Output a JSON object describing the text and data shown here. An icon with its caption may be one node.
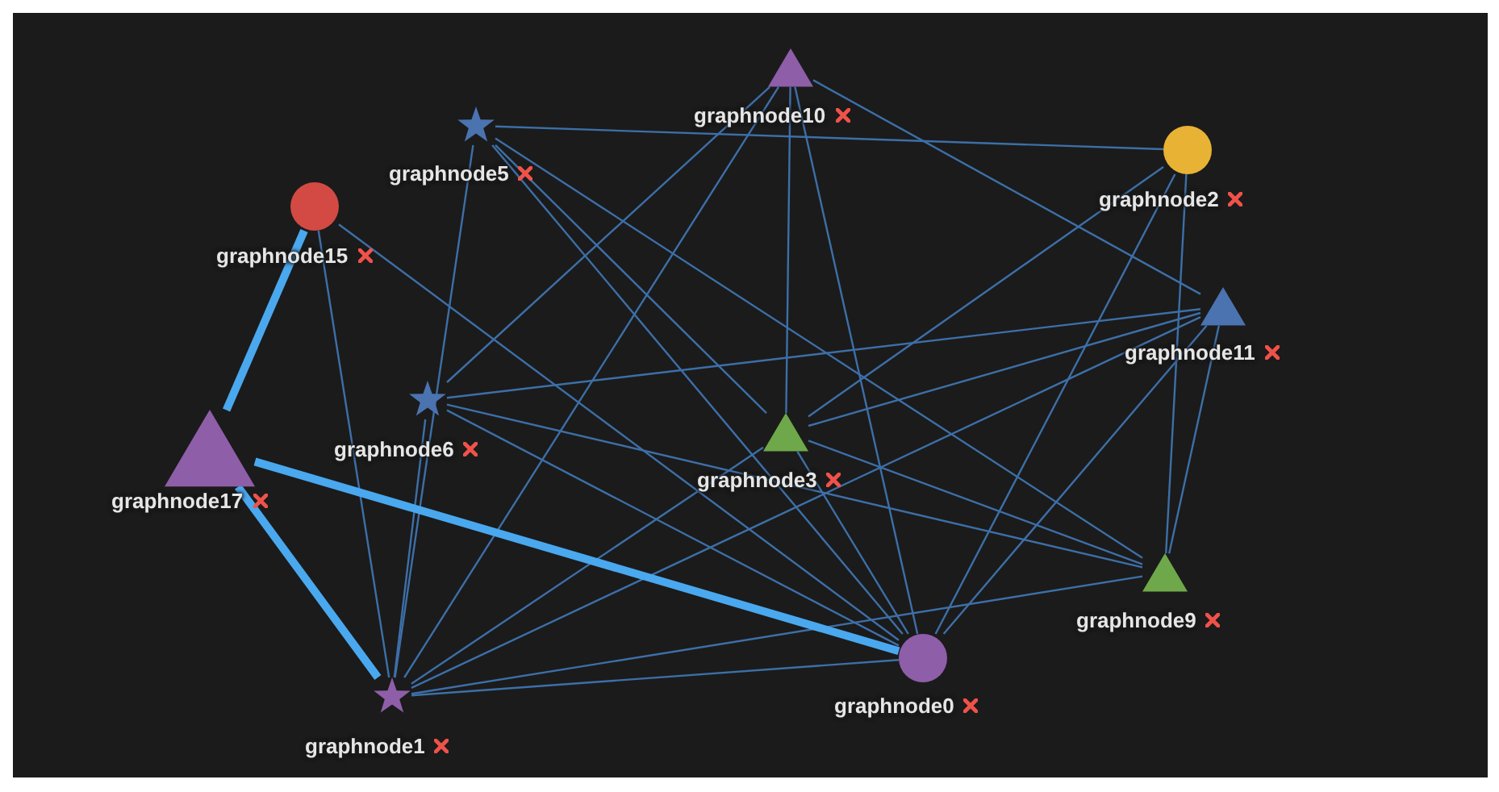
{
  "diagram": {
    "nodes": [
      {
        "text": [],
        "shape": "triangle",
        "beside": [
          "graphnode10"
        ]
      },
      {
        "text": [],
        "shape": "star",
        "beside": [
          "graphnode5"
        ]
      },
      {
        "text": [],
        "shape": "circle",
        "beside": [
          "graphnode2"
        ]
      },
      {
        "text": [],
        "shape": "circle",
        "beside": [
          "graphnode15"
        ]
      },
      {
        "text": [],
        "shape": "triangle",
        "beside": [
          "graphnode11"
        ]
      },
      {
        "text": [],
        "shape": "star",
        "beside": [
          "graphnode6"
        ]
      },
      {
        "text": [],
        "shape": "triangle",
        "beside": [
          "graphnode3"
        ]
      },
      {
        "text": [],
        "shape": "triangle",
        "beside": [
          "graphnode17"
        ]
      },
      {
        "text": [],
        "shape": "triangle",
        "beside": [
          "graphnode9"
        ]
      },
      {
        "text": [],
        "shape": "circle",
        "beside": [
          "graphnode0"
        ]
      },
      {
        "text": [],
        "shape": "star",
        "beside": [
          "graphnode1"
        ]
      }
    ],
    "edges": [
      {
        "from": 1,
        "to": 2,
        "arrow": "none"
      },
      {
        "from": 1,
        "to": 10,
        "arrow": "none"
      },
      {
        "from": 1,
        "to": 6,
        "arrow": "none"
      },
      {
        "from": 1,
        "to": 8,
        "arrow": "none"
      },
      {
        "from": 1,
        "to": 9,
        "arrow": "none"
      },
      {
        "from": 0,
        "to": 5,
        "arrow": "none"
      },
      {
        "from": 0,
        "to": 10,
        "arrow": "none"
      },
      {
        "from": 0,
        "to": 6,
        "arrow": "none"
      },
      {
        "from": 0,
        "to": 9,
        "arrow": "none"
      },
      {
        "from": 0,
        "to": 4,
        "arrow": "none"
      },
      {
        "from": 2,
        "to": 6,
        "arrow": "none"
      },
      {
        "from": 2,
        "to": 9,
        "arrow": "none"
      },
      {
        "from": 2,
        "to": 8,
        "arrow": "none"
      },
      {
        "from": 3,
        "to": 7,
        "arrow": "none",
        "style": "thick",
        "color": "#4aa8ee"
      },
      {
        "from": 3,
        "to": 10,
        "arrow": "none"
      },
      {
        "from": 3,
        "to": 9,
        "arrow": "none"
      },
      {
        "from": 4,
        "to": 5,
        "arrow": "none"
      },
      {
        "from": 4,
        "to": 6,
        "arrow": "none"
      },
      {
        "from": 4,
        "to": 10,
        "arrow": "none"
      },
      {
        "from": 4,
        "to": 9,
        "arrow": "none"
      },
      {
        "from": 4,
        "to": 8,
        "arrow": "none"
      },
      {
        "from": 5,
        "to": 8,
        "arrow": "none"
      },
      {
        "from": 5,
        "to": 10,
        "arrow": "none"
      },
      {
        "from": 5,
        "to": 9,
        "arrow": "none"
      },
      {
        "from": 6,
        "to": 8,
        "arrow": "none"
      },
      {
        "from": 6,
        "to": 9,
        "arrow": "none"
      },
      {
        "from": 6,
        "to": 10,
        "arrow": "none"
      },
      {
        "from": 7,
        "to": 9,
        "arrow": "none",
        "style": "thick",
        "color": "#4aa8ee"
      },
      {
        "from": 7,
        "to": 10,
        "arrow": "none",
        "style": "thick",
        "color": "#4aa8ee"
      },
      {
        "from": 10,
        "to": 9,
        "arrow": "none"
      },
      {
        "from": 10,
        "to": 8,
        "arrow": "none"
      }
    ]
  }
}
